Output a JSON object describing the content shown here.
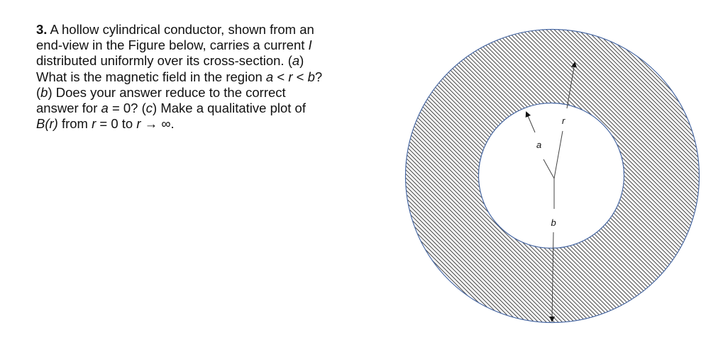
{
  "document": {
    "clipped_previous_line": "",
    "problem": {
      "number": "3.",
      "lines": [
        {
          "segments": [
            {
              "t": " A hollow cylindrical conductor, shown from an",
              "s": "normal"
            }
          ]
        },
        {
          "segments": [
            {
              "t": "end-view in the Figure below, carries a current ",
              "s": "normal"
            },
            {
              "t": "I",
              "s": "italic"
            }
          ]
        },
        {
          "segments": [
            {
              "t": "distributed uniformly over its cross-section. (",
              "s": "normal"
            },
            {
              "t": "a",
              "s": "italic"
            },
            {
              "t": ")",
              "s": "normal"
            }
          ]
        },
        {
          "segments": [
            {
              "t": "What is the magnetic field in the region ",
              "s": "normal"
            },
            {
              "t": "a",
              "s": "italic"
            },
            {
              "t": " < ",
              "s": "normal"
            },
            {
              "t": "r",
              "s": "italic"
            },
            {
              "t": " < ",
              "s": "normal"
            },
            {
              "t": "b",
              "s": "italic"
            },
            {
              "t": "?",
              "s": "normal"
            }
          ]
        },
        {
          "segments": [
            {
              "t": "(",
              "s": "normal"
            },
            {
              "t": "b",
              "s": "italic"
            },
            {
              "t": ") Does your answer reduce to the correct",
              "s": "normal"
            }
          ]
        },
        {
          "segments": [
            {
              "t": "answer for ",
              "s": "normal"
            },
            {
              "t": "a",
              "s": "italic"
            },
            {
              "t": " = 0? (",
              "s": "normal"
            },
            {
              "t": "c",
              "s": "italic"
            },
            {
              "t": ") Make a qualitative plot of",
              "s": "normal"
            }
          ]
        },
        {
          "segments": [
            {
              "t": "B(r)",
              "s": "italic"
            },
            {
              "t": " from ",
              "s": "normal"
            },
            {
              "t": "r",
              "s": "italic"
            },
            {
              "t": " = 0 to ",
              "s": "normal"
            },
            {
              "t": "r",
              "s": "italic"
            },
            {
              "t": " → ∞.",
              "s": "normal"
            }
          ]
        }
      ]
    },
    "figure": {
      "description": "End-view of hollow cylindrical conductor (hatched annulus) with radii a, r, b",
      "labels": {
        "a": "a",
        "r": "r",
        "b": "b"
      },
      "colors": {
        "edge": "#4a6aa5",
        "hatch": "#3a3a3a",
        "arrow": "#222222"
      }
    }
  }
}
